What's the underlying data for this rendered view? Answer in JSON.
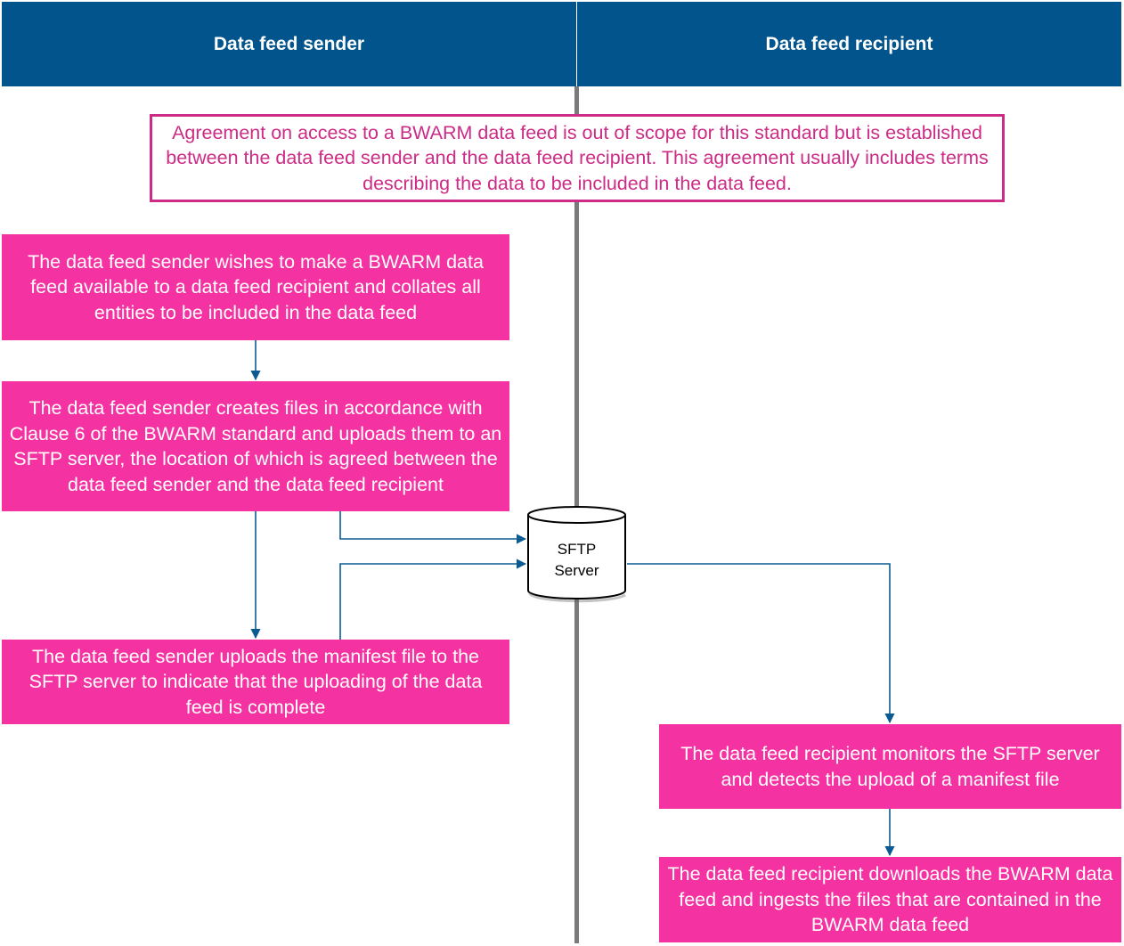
{
  "lanes": {
    "sender": "Data feed sender",
    "recipient": "Data feed recipient"
  },
  "note": "Agreement on access to a BWARM data feed is out of scope for this standard but is established between the data feed sender and the data feed recipient. This agreement usually includes terms describing the data to be included in the data feed.",
  "steps": {
    "sender_collate": "The data feed sender wishes to make a BWARM data feed available to a data feed recipient and collates all entities  to be included in the data feed",
    "sender_create_files": "The data feed sender creates files in accordance with Clause 6 of the BWARM standard and uploads them to an SFTP server, the location of which is agreed between the data feed sender and the data feed recipient",
    "sender_upload_manifest": "The data feed sender uploads the manifest file to the SFTP server to indicate that the uploading of the data feed is complete",
    "recipient_monitor": "The data feed recipient monitors the SFTP server and detects the upload of a manifest file",
    "recipient_download": "The data feed recipient downloads the BWARM data feed and ingests the files that are contained in the BWARM data feed"
  },
  "server": {
    "line1": "SFTP",
    "line2": "Server"
  },
  "colors": {
    "header": "#02548c",
    "step_fill": "#f432a1",
    "note_border": "#cc2b86",
    "connector": "#0b5b92",
    "divider": "#7a7a7a"
  }
}
